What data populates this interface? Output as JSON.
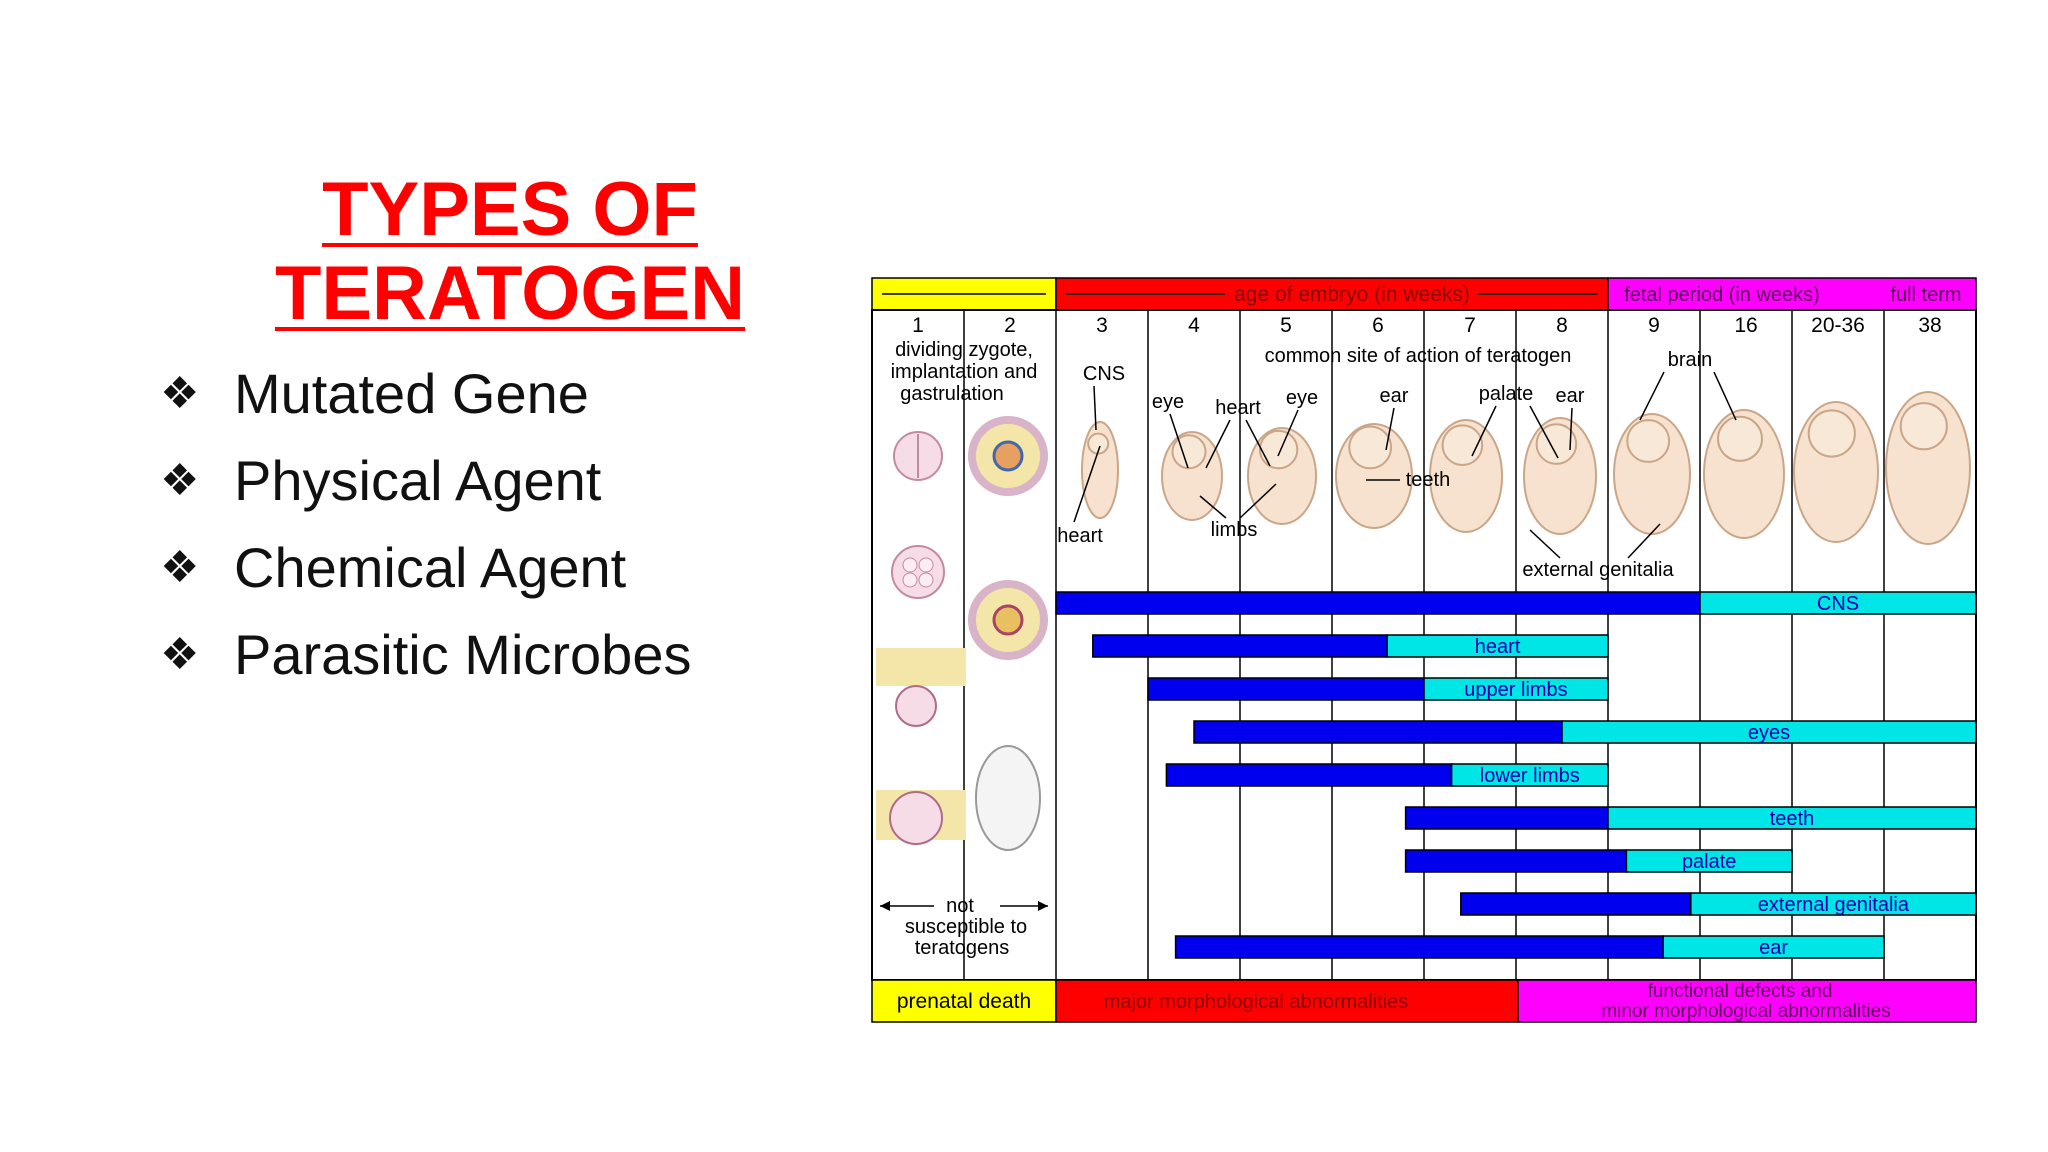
{
  "slide": {
    "title_line1": "TYPES OF",
    "title_line2": "TERATOGEN",
    "bullet_icon": "four-diamond-bullet-icon",
    "bullets": [
      "Mutated Gene",
      "Physical Agent",
      "Chemical Agent",
      "Parasitic Microbes"
    ]
  },
  "diagram": {
    "colors": {
      "yellow": "#ffff00",
      "red": "#ff0000",
      "magenta": "#ff00ff",
      "dark_blue": "#0000ee",
      "cyan": "#00e5e5"
    },
    "header": {
      "embryo": "age of embryo (in weeks)",
      "fetal": "fetal period (in weeks)",
      "full_term": "full term"
    },
    "week_labels": [
      "1",
      "2",
      "3",
      "4",
      "5",
      "6",
      "7",
      "8",
      "9",
      "16",
      "20-36",
      "38"
    ],
    "early_label": [
      "dividing zygote,",
      "implantation and",
      "gastrulation"
    ],
    "common_site_label": "common site of action of teratogen",
    "anatomy_labels": [
      "CNS",
      "heart",
      "eye",
      "heart",
      "eye",
      "limbs",
      "ear",
      "teeth",
      "palate",
      "ear",
      "brain",
      "external genitalia"
    ],
    "not_susceptible": [
      "not",
      "susceptible to",
      "teratogens"
    ],
    "bars": [
      {
        "label": "CNS",
        "major_start": 3,
        "minor_start": 10,
        "end": 12
      },
      {
        "label": "heart",
        "major_start": 3.4,
        "minor_start": 6.6,
        "end": 8
      },
      {
        "label": "upper limbs",
        "major_start": 4,
        "minor_start": 7,
        "end": 8
      },
      {
        "label": "eyes",
        "major_start": 4.5,
        "minor_start": 8.5,
        "end": 12
      },
      {
        "label": "lower limbs",
        "major_start": 4.2,
        "minor_start": 7.3,
        "end": 8
      },
      {
        "label": "teeth",
        "major_start": 6.8,
        "minor_start": 9,
        "end": 12
      },
      {
        "label": "palate",
        "major_start": 6.8,
        "minor_start": 9.2,
        "end": 10
      },
      {
        "label": "external genitalia",
        "major_start": 7.4,
        "minor_start": 9.9,
        "end": 12
      },
      {
        "label": "ear",
        "major_start": 4.3,
        "minor_start": 9.6,
        "end": 11
      }
    ],
    "footer": {
      "prenatal_death": "prenatal death",
      "major": "major morphological abnormalities",
      "functional_line1": "functional defects and",
      "functional_line2": "minor morphological abnormalities"
    }
  }
}
